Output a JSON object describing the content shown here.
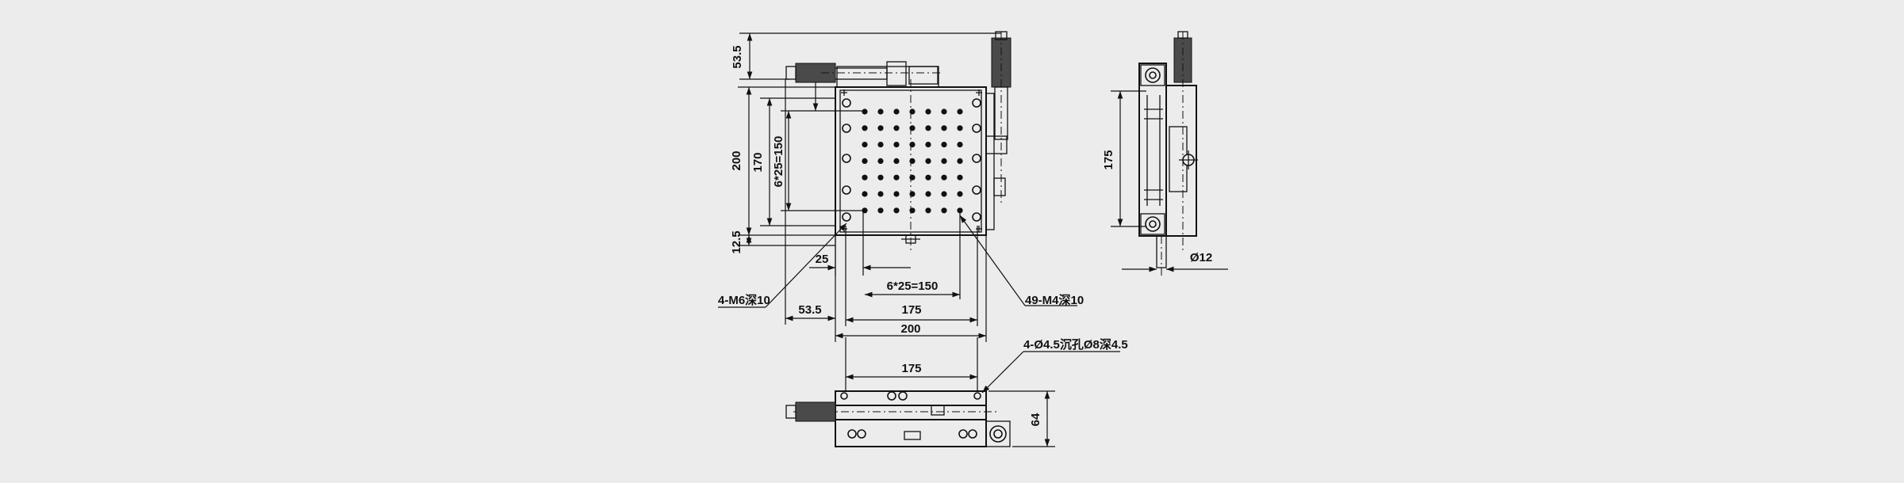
{
  "drawing": {
    "top_view": {
      "dims": {
        "d53_5_top": "53.5",
        "d200_v": "200",
        "d170_v": "170",
        "d6x25_v": "6*25=150",
        "d12_5": "12.5",
        "d25_h": "25",
        "d6x25_h": "6*25=150",
        "d53_5_bottom": "53.5",
        "d175_h": "175",
        "d200_h": "200"
      },
      "callouts": {
        "m6": "4-M6深10",
        "m4": "49-M4深10"
      }
    },
    "side_view": {
      "dims": {
        "d175_v": "175",
        "d12": "Ø12"
      }
    },
    "front_view": {
      "dims": {
        "d175_h": "175",
        "d64_v": "64"
      },
      "callouts": {
        "holes": "4-Ø4.5沉孔Ø8深4.5"
      }
    }
  }
}
